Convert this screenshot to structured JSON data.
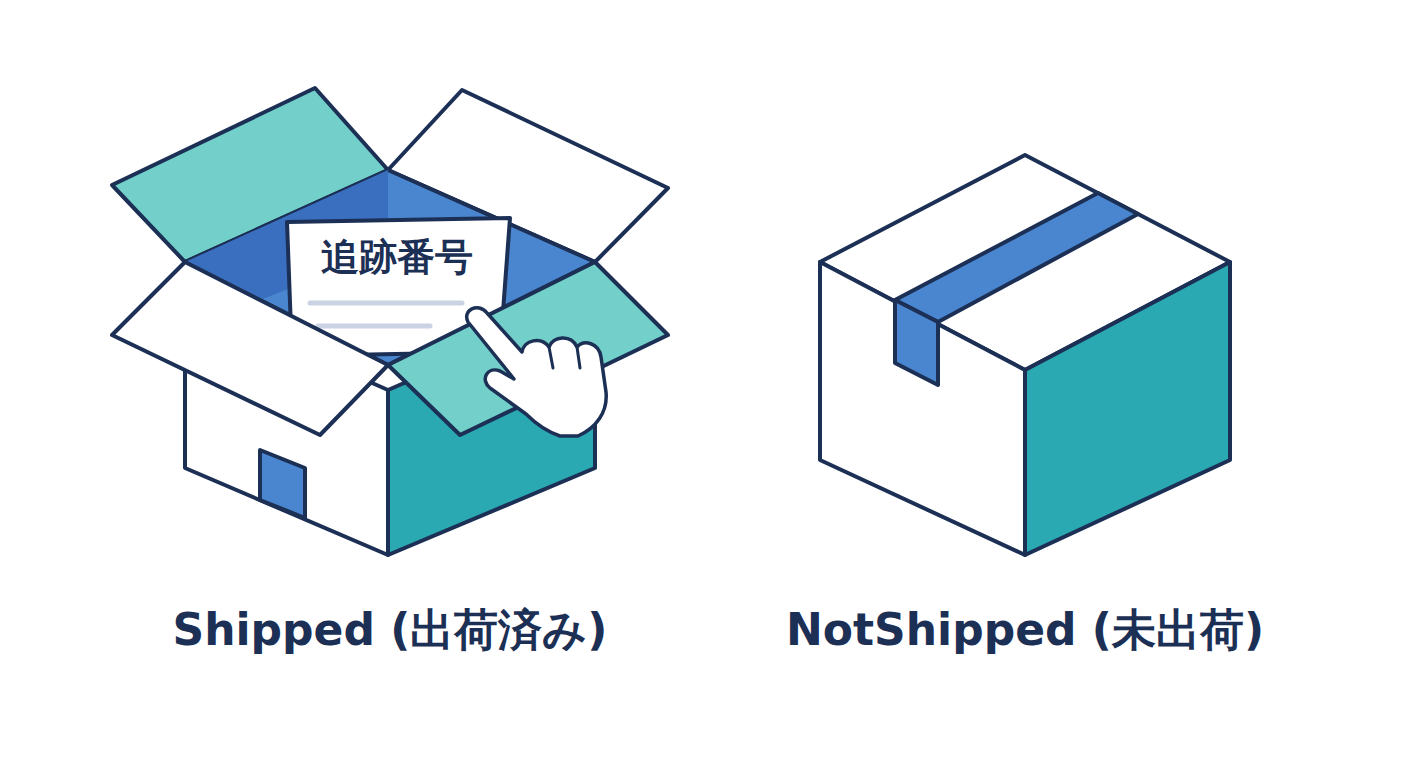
{
  "diagram": {
    "nodes": [
      {
        "text": [
          "追跡番号"
        ]
      }
    ],
    "labels": [
      "Shipped (出荷済み)",
      "NotShipped (未出荷)"
    ]
  }
}
